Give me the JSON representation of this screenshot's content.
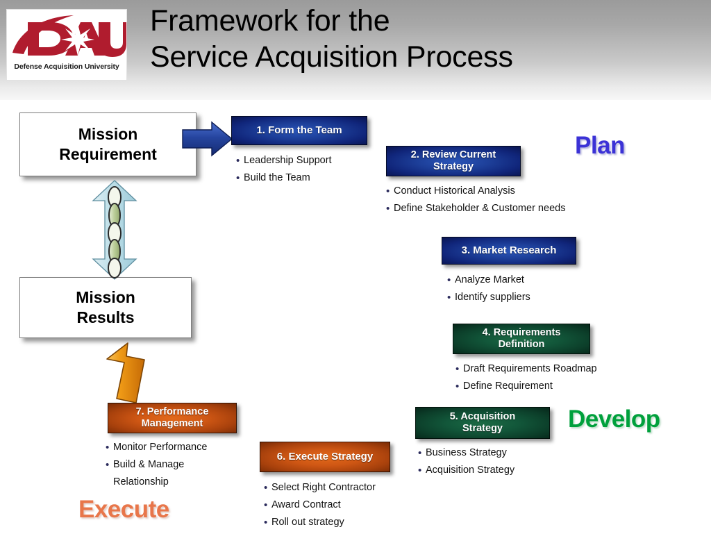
{
  "header": {
    "title_line1": "Framework for the",
    "title_line2": "Service Acquisition Process",
    "logo_caption": "Defense Acquisition University",
    "logo_wordmark": "DAU"
  },
  "mission": {
    "requirement_line1": "Mission",
    "requirement_line2": "Requirement",
    "results_line1": "Mission",
    "results_line2": "Results"
  },
  "phases": {
    "plan": "Plan",
    "develop": "Develop",
    "execute": "Execute"
  },
  "colors": {
    "blue_box": "#1d3f99",
    "green_box": "#12573a",
    "orange_box": "#cf5714",
    "plan_text": "#3b32d6",
    "develop_text": "#00a03c",
    "execute_text": "#e8764a",
    "blue_arrow": "#1f3f9e",
    "orange_arrow": "#ef9a16",
    "chain_arrow": "#cfe8ee",
    "logo_red": "#b01c2e"
  },
  "steps": [
    {
      "id": "step-1",
      "number": "1.",
      "title": "Form the Team",
      "title_line2": "",
      "color": "blue",
      "bullets": [
        "Leadership Support",
        "Build the Team"
      ]
    },
    {
      "id": "step-2",
      "number": "2.",
      "title": "Review Current",
      "title_line2": "Strategy",
      "color": "blue",
      "bullets": [
        "Conduct Historical Analysis",
        "Define Stakeholder & Customer needs"
      ]
    },
    {
      "id": "step-3",
      "number": "3.",
      "title": "Market Research",
      "title_line2": "",
      "color": "blue",
      "bullets": [
        "Analyze Market",
        " Identify suppliers"
      ]
    },
    {
      "id": "step-4",
      "number": "4.",
      "title": "Requirements",
      "title_line2": "Definition",
      "color": "green",
      "bullets": [
        "Draft Requirements Roadmap",
        "Define Requirement"
      ]
    },
    {
      "id": "step-5",
      "number": "5.",
      "title": "Acquisition",
      "title_line2": "Strategy",
      "color": "green",
      "bullets": [
        "Business Strategy",
        "Acquisition Strategy"
      ]
    },
    {
      "id": "step-6",
      "number": "6.",
      "title": "Execute Strategy",
      "title_line2": "",
      "color": "orange",
      "bullets": [
        "Select Right Contractor",
        "Award Contract",
        "Roll out strategy"
      ]
    },
    {
      "id": "step-7",
      "number": "7.",
      "title": "Performance",
      "title_line2": "Management",
      "color": "orange",
      "bullets": [
        "Monitor Performance",
        "Build & Manage",
        "Relationship"
      ]
    }
  ],
  "bullet_glyph": "•"
}
